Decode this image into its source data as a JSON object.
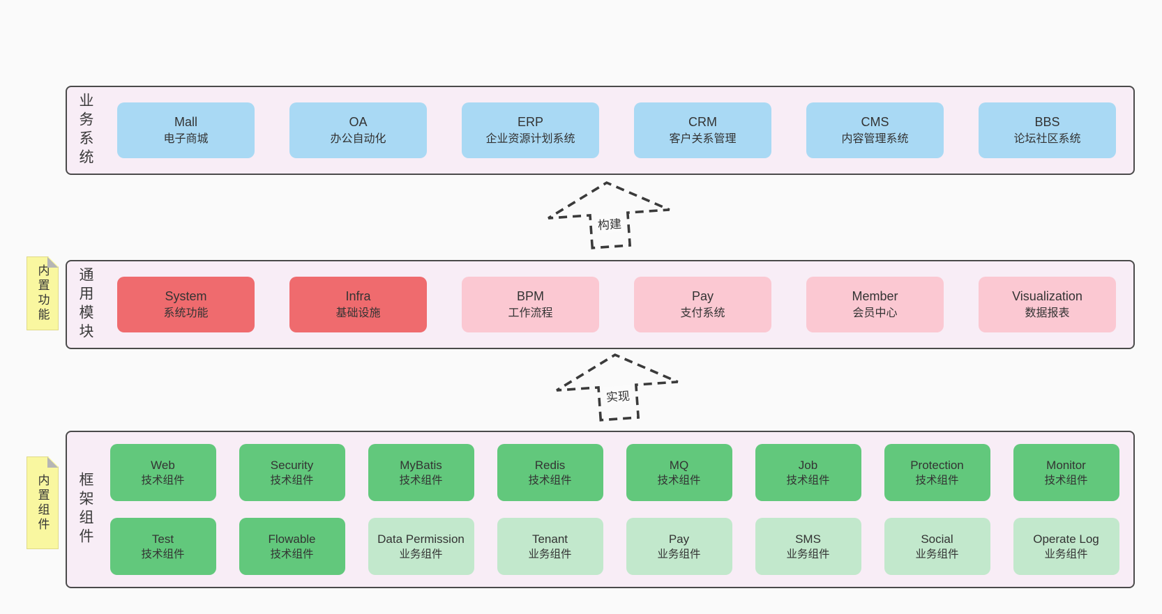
{
  "colors": {
    "canvas_bg": "#fafafa",
    "band_bg": "#f8edf6",
    "band_border": "#4a4a4a",
    "blue_box": "#a9d9f4",
    "red_box": "#ef6b6e",
    "pink_box": "#fbc8d2",
    "green_dark_box": "#62c87c",
    "green_light_box": "#c2e8cc",
    "sticky_bg": "#f9f7a0",
    "arrow_stroke": "#3a3a3a",
    "text": "#333333"
  },
  "band_business": {
    "label": "业务系统",
    "boxes": [
      {
        "en": "Mall",
        "zh": "电子商城"
      },
      {
        "en": "OA",
        "zh": "办公自动化"
      },
      {
        "en": "ERP",
        "zh": "企业资源计划系统"
      },
      {
        "en": "CRM",
        "zh": "客户关系管理"
      },
      {
        "en": "CMS",
        "zh": "内容管理系统"
      },
      {
        "en": "BBS",
        "zh": "论坛社区系统"
      }
    ]
  },
  "arrow_build": {
    "label": "构建"
  },
  "band_modules": {
    "label": "通用模块",
    "sticky": "内置功能",
    "boxes": [
      {
        "en": "System",
        "zh": "系统功能"
      },
      {
        "en": "Infra",
        "zh": "基础设施"
      },
      {
        "en": "BPM",
        "zh": "工作流程"
      },
      {
        "en": "Pay",
        "zh": "支付系统"
      },
      {
        "en": "Member",
        "zh": "会员中心"
      },
      {
        "en": "Visualization",
        "zh": "数据报表"
      }
    ]
  },
  "arrow_implement": {
    "label": "实现"
  },
  "band_framework": {
    "label": "框架组件",
    "sticky": "内置组件",
    "row1": [
      {
        "en": "Web",
        "zh": "技术组件"
      },
      {
        "en": "Security",
        "zh": "技术组件"
      },
      {
        "en": "MyBatis",
        "zh": "技术组件"
      },
      {
        "en": "Redis",
        "zh": "技术组件"
      },
      {
        "en": "MQ",
        "zh": "技术组件"
      },
      {
        "en": "Job",
        "zh": "技术组件"
      },
      {
        "en": "Protection",
        "zh": "技术组件"
      },
      {
        "en": "Monitor",
        "zh": "技术组件"
      }
    ],
    "row2": [
      {
        "en": "Test",
        "zh": "技术组件"
      },
      {
        "en": "Flowable",
        "zh": "技术组件"
      },
      {
        "en": "Data Permission",
        "zh": "业务组件"
      },
      {
        "en": "Tenant",
        "zh": "业务组件"
      },
      {
        "en": "Pay",
        "zh": "业务组件"
      },
      {
        "en": "SMS",
        "zh": "业务组件"
      },
      {
        "en": "Social",
        "zh": "业务组件"
      },
      {
        "en": "Operate Log",
        "zh": "业务组件"
      }
    ]
  }
}
